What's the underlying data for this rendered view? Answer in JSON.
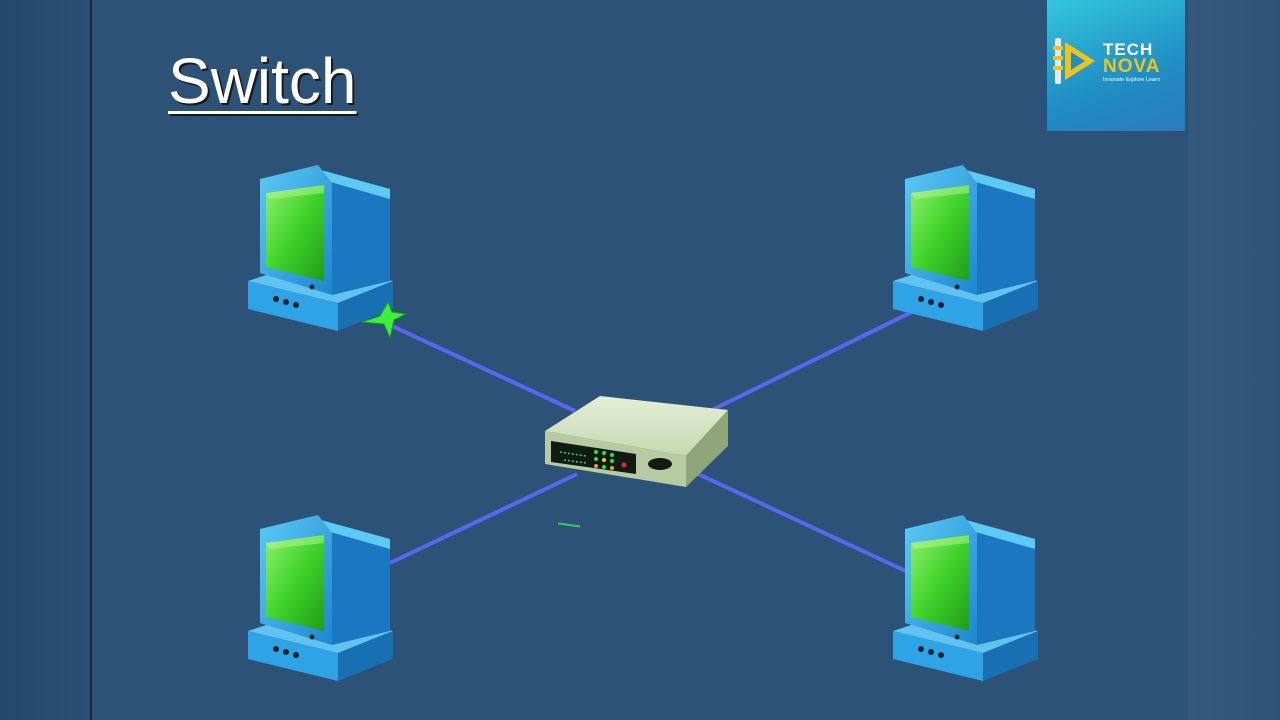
{
  "slide": {
    "title": "Switch"
  },
  "logo": {
    "name_line1": "TECH",
    "name_line2": "NOVA",
    "tagline": "Innovate Explore Learn"
  },
  "colors": {
    "background": "#2d5277",
    "cable": "#5b66f0",
    "computer_body": "#2ea4e6",
    "screen": "#3fd22a",
    "switch_body": "#c9dbb8",
    "packet": "#3ef03a"
  },
  "diagram": {
    "hub": {
      "type": "network-switch"
    },
    "nodes": [
      {
        "id": "pc-top-left",
        "type": "computer"
      },
      {
        "id": "pc-top-right",
        "type": "computer"
      },
      {
        "id": "pc-bottom-left",
        "type": "computer"
      },
      {
        "id": "pc-bottom-right",
        "type": "computer"
      }
    ],
    "links": [
      {
        "from": "pc-top-left",
        "to": "switch"
      },
      {
        "from": "pc-top-right",
        "to": "switch"
      },
      {
        "from": "pc-bottom-left",
        "to": "switch"
      },
      {
        "from": "pc-bottom-right",
        "to": "switch"
      }
    ],
    "packet": {
      "icon": "star-packet-icon",
      "link": "pc-top-left"
    }
  }
}
